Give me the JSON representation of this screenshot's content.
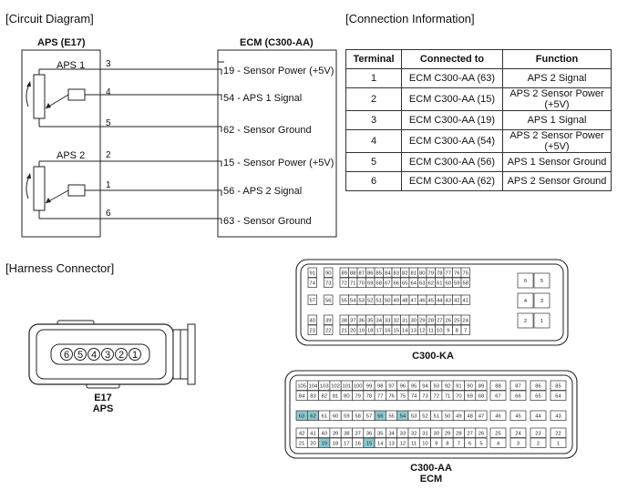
{
  "sections": {
    "circuit": "[Circuit Diagram]",
    "connection": "[Connection Information]",
    "harness": "[Harness Connector]"
  },
  "circuit": {
    "aps_box_title": "APS (E17)",
    "ecm_box_title": "ECM (C300-AA)",
    "sensor1_label": "APS 1",
    "sensor2_label": "APS 2",
    "wires": [
      {
        "aps_pin": "3",
        "ecm_label": "19 - Sensor Power (+5V)"
      },
      {
        "aps_pin": "4",
        "ecm_label": "54 - APS 1 Signal"
      },
      {
        "aps_pin": "5",
        "ecm_label": "62 - Sensor Ground"
      },
      {
        "aps_pin": "2",
        "ecm_label": "15 - Sensor Power (+5V)"
      },
      {
        "aps_pin": "1",
        "ecm_label": "56 - APS 2 Signal"
      },
      {
        "aps_pin": "6",
        "ecm_label": "63 - Sensor Ground"
      }
    ]
  },
  "connection_table": {
    "headers": [
      "Terminal",
      "Connected to",
      "Function"
    ],
    "rows": [
      [
        "1",
        "ECM C300-AA (63)",
        "APS 2 Signal"
      ],
      [
        "2",
        "ECM C300-AA (15)",
        "APS 2 Sensor Power (+5V)"
      ],
      [
        "3",
        "ECM C300-AA (19)",
        "APS 1 Signal"
      ],
      [
        "4",
        "ECM C300-AA (54)",
        "APS 2 Sensor Power (+5V)"
      ],
      [
        "5",
        "ECM C300-AA (56)",
        "APS 1 Sensor Ground"
      ],
      [
        "6",
        "ECM C300-AA (62)",
        "APS 2 Sensor Ground"
      ]
    ]
  },
  "aps_connector": {
    "pins": [
      "6",
      "5",
      "4",
      "3",
      "2",
      "1"
    ],
    "label_line1": "E17",
    "label_line2": "APS"
  },
  "ka_connector": {
    "title": "C300-KA",
    "rows": [
      [
        "91",
        "90",
        "89",
        "88",
        "87",
        "86",
        "85",
        "84",
        "83",
        "82",
        "81",
        "80",
        "79",
        "78",
        "77",
        "76",
        "75"
      ],
      [
        "74",
        "73",
        "72",
        "71",
        "70",
        "69",
        "68",
        "67",
        "66",
        "65",
        "64",
        "63",
        "62",
        "61",
        "60",
        "59",
        "58"
      ],
      [
        "57",
        "56",
        "55",
        "54",
        "53",
        "52",
        "51",
        "50",
        "49",
        "48",
        "47",
        "46",
        "45",
        "44",
        "43",
        "42",
        "41"
      ],
      [
        "40",
        "39",
        "38",
        "37",
        "36",
        "35",
        "34",
        "33",
        "32",
        "31",
        "30",
        "29",
        "28",
        "27",
        "26",
        "25",
        "24"
      ],
      [
        "23",
        "22",
        "21",
        "20",
        "19",
        "18",
        "17",
        "16",
        "15",
        "14",
        "13",
        "12",
        "11",
        "10",
        "9",
        "8",
        "7"
      ]
    ],
    "side_rows": [
      [
        "6",
        "5"
      ],
      [
        "4",
        "3"
      ],
      [
        "2",
        "1"
      ]
    ]
  },
  "aa_connector": {
    "title": "C300-AA",
    "subtitle": "ECM",
    "rows": [
      [
        "105",
        "104",
        "103",
        "102",
        "101",
        "100",
        "99",
        "98",
        "97",
        "96",
        "95",
        "94",
        "93",
        "92",
        "91",
        "90",
        "89"
      ],
      [
        "84",
        "83",
        "82",
        "81",
        "80",
        "79",
        "78",
        "77",
        "76",
        "75",
        "74",
        "73",
        "72",
        "71",
        "70",
        "69",
        "68"
      ],
      [
        "63",
        "62",
        "61",
        "60",
        "59",
        "58",
        "57",
        "56",
        "55",
        "54",
        "53",
        "52",
        "51",
        "50",
        "49",
        "48",
        "47"
      ],
      [
        "42",
        "41",
        "40",
        "39",
        "38",
        "37",
        "36",
        "35",
        "34",
        "33",
        "32",
        "31",
        "30",
        "29",
        "28",
        "27",
        "26"
      ],
      [
        "21",
        "20",
        "19",
        "18",
        "17",
        "16",
        "15",
        "14",
        "13",
        "12",
        "11",
        "10",
        "9",
        "8",
        "7",
        "6",
        "5"
      ]
    ],
    "side_rows": [
      [
        "88",
        "87",
        "86",
        "85"
      ],
      [
        "67",
        "66",
        "65",
        "64"
      ],
      [
        "46",
        "45",
        "44",
        "43"
      ],
      [
        "25",
        "24",
        "23",
        "22"
      ],
      [
        "4",
        "3",
        "2",
        "1"
      ]
    ],
    "highlighted_pins": [
      "63",
      "62",
      "56",
      "54",
      "19",
      "15"
    ],
    "highlight_color": "#8ec9d1"
  }
}
